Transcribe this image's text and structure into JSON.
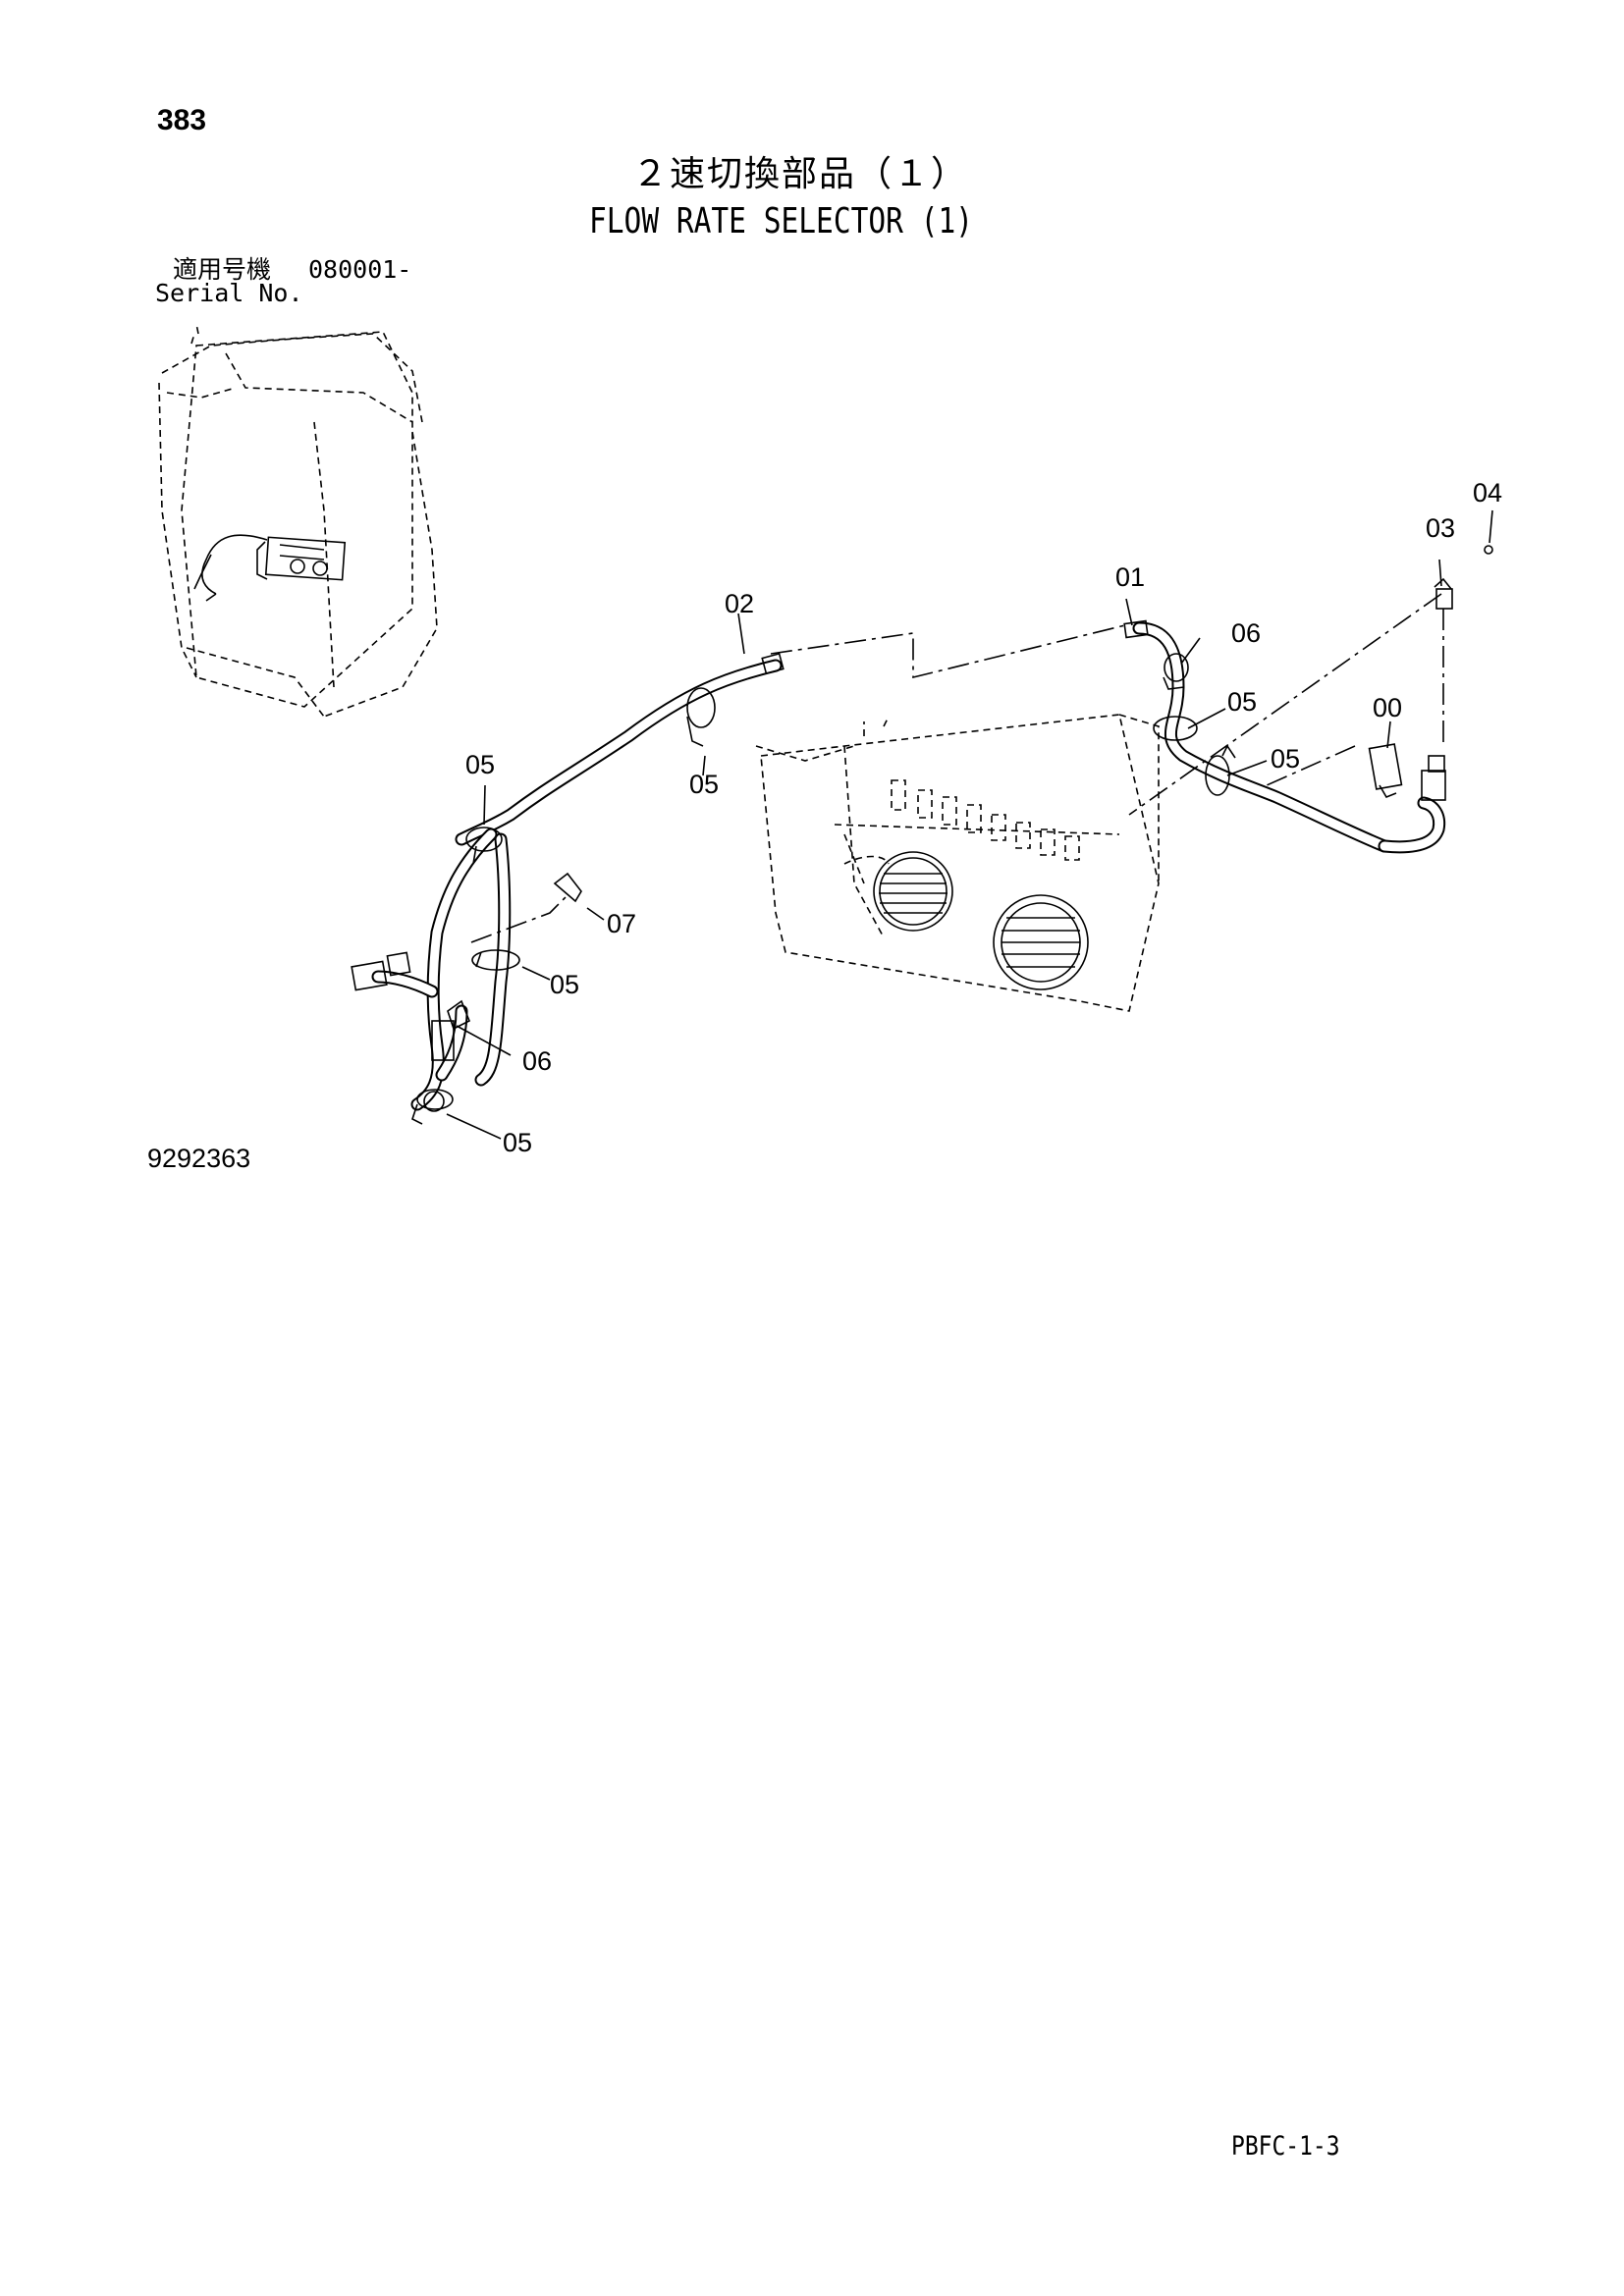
{
  "page_number": "383",
  "title_jp": "２速切換部品（１）",
  "title_en": "FLOW RATE SELECTOR (1)",
  "serial_label_jp": "適用号機",
  "serial_number": "080001-",
  "serial_label_en": "Serial No.",
  "figure_number": "9292363",
  "page_code": "PBFC-1-3",
  "callouts": [
    "00",
    "01",
    "02",
    "03",
    "04",
    "05",
    "05",
    "05",
    "05",
    "05",
    "05",
    "06",
    "06",
    "07"
  ]
}
